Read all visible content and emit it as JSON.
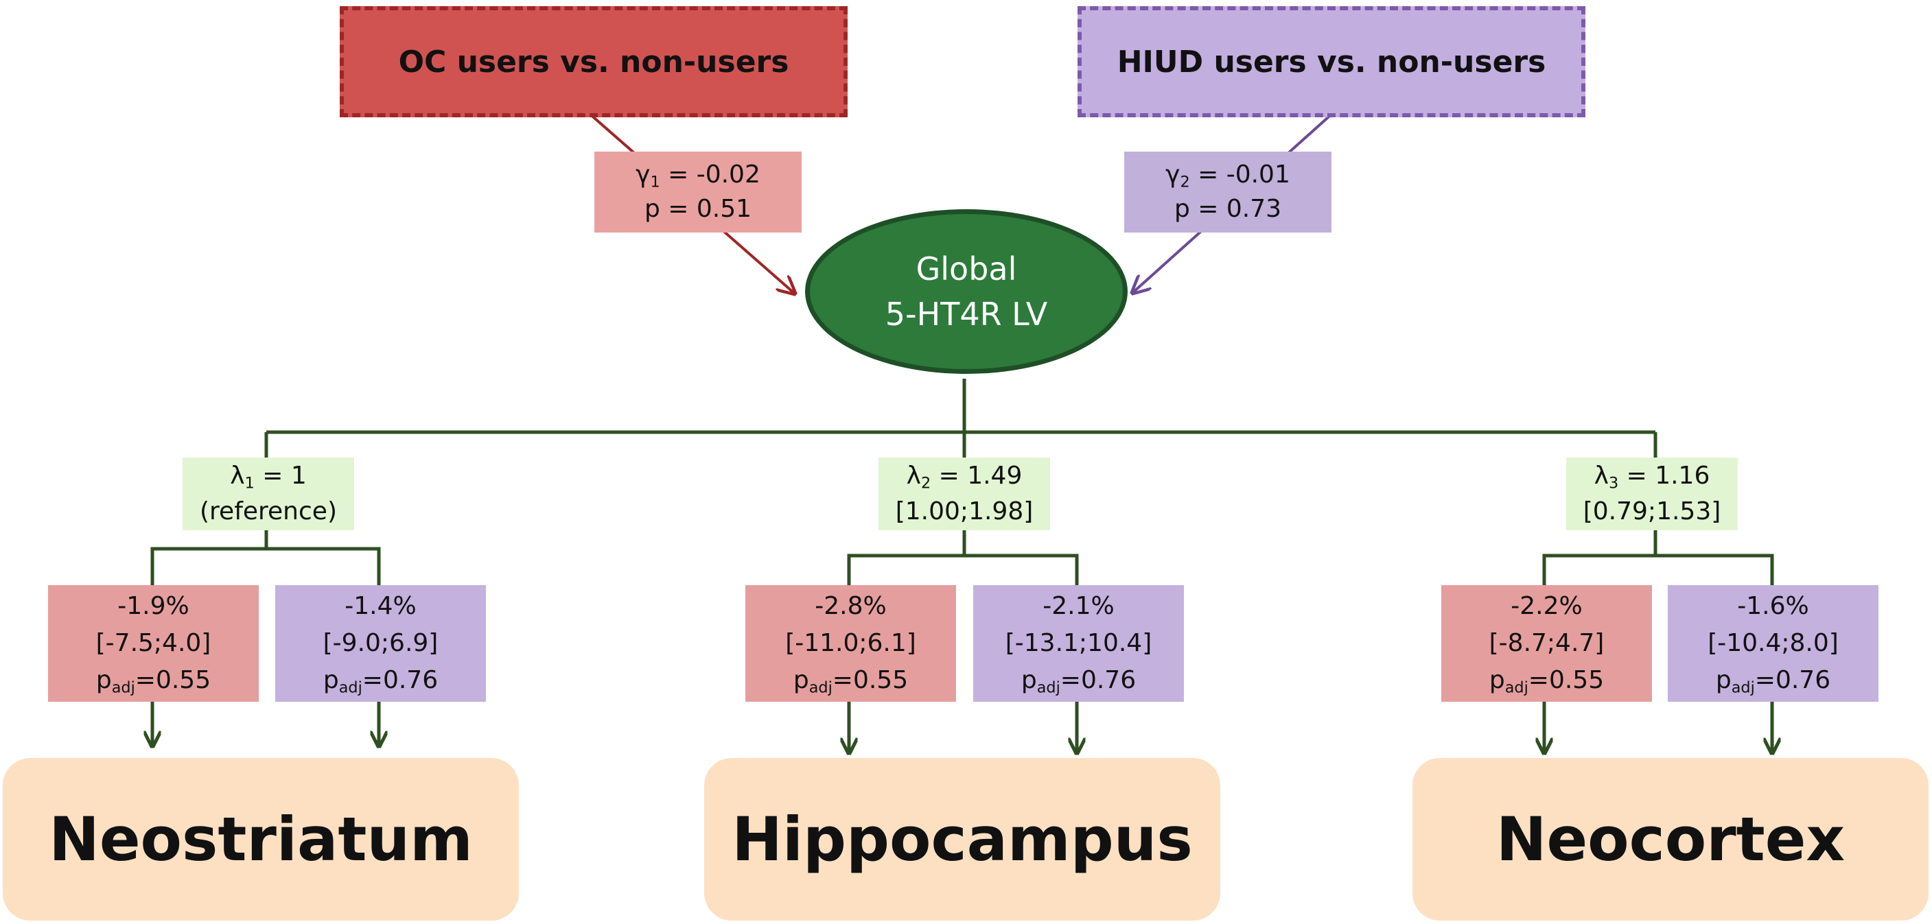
{
  "groups": {
    "oc": {
      "label": "OC users vs. non-users",
      "fill": "#d05352",
      "border": "#9e2626"
    },
    "hiud": {
      "label": "HIUD users vs. non-users",
      "fill": "#c3aee0",
      "border": "#7d5aa9"
    }
  },
  "paths": {
    "gamma1": {
      "coef": "-0.02",
      "p": "p = 0.51"
    },
    "gamma2": {
      "coef": "-0.01",
      "p": "p = 0.73"
    }
  },
  "latent": {
    "line1": "Global",
    "line2": "5-HT4R LV",
    "fill": "#2d7a3b"
  },
  "loadings": [
    {
      "value": "1",
      "detail": "(reference)"
    },
    {
      "value": "1.49",
      "detail": "[1.00;1.98]"
    },
    {
      "value": "1.16",
      "detail": "[0.79;1.53]"
    }
  ],
  "regions": [
    {
      "name": "Neostriatum",
      "oc": {
        "pct": "-1.9%",
        "ci": "[-7.5;4.0]",
        "padj": "0.55"
      },
      "hiud": {
        "pct": "-1.4%",
        "ci": "[-9.0;6.9]",
        "padj": "0.76"
      }
    },
    {
      "name": "Hippocampus",
      "oc": {
        "pct": "-2.8%",
        "ci": "[-11.0;6.1]",
        "padj": "0.55"
      },
      "hiud": {
        "pct": "-2.1%",
        "ci": "[-13.1;10.4]",
        "padj": "0.76"
      }
    },
    {
      "name": "Neocortex",
      "oc": {
        "pct": "-2.2%",
        "ci": "[-8.7;4.7]",
        "padj": "0.55"
      },
      "hiud": {
        "pct": "-1.6%",
        "ci": "[-10.4;8.0]",
        "padj": "0.76"
      }
    }
  ],
  "colors": {
    "connector": "#2f4f22",
    "oc_arrow": "#9e2626",
    "hiud_arrow": "#6b4a97"
  }
}
